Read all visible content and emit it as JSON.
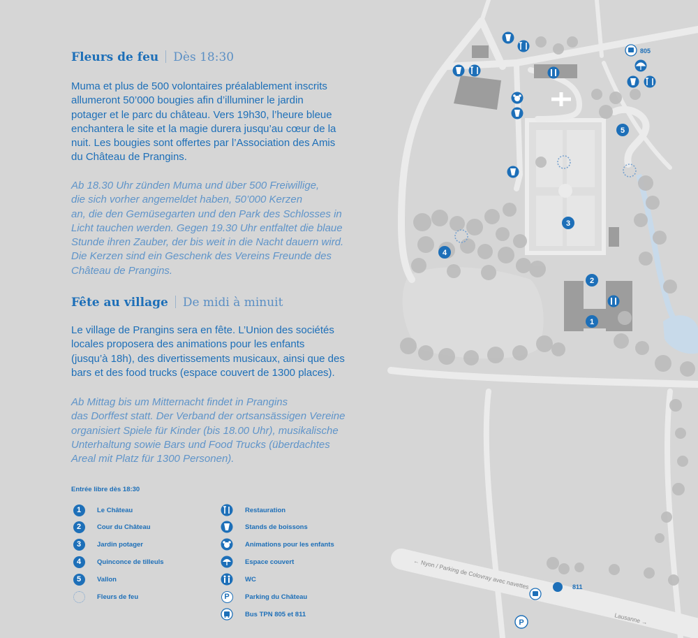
{
  "section1": {
    "title": "Fleurs de feu",
    "time": "Dès 18:30",
    "fr_lines": [
      "Muma et plus de 500 volontaires préalablement inscrits",
      "allumeront 50’000 bougies afin d’illuminer le jardin",
      "potager et le parc du château. Vers 19h30, l’heure bleue",
      "enchantera le site et la magie durera jusqu’au cœur de la",
      "nuit. Les bougies sont offertes par l’Association des Amis",
      "du Château de Prangins."
    ],
    "de_lines": [
      "Ab 18.30 Uhr zünden Muma und über 500 Freiwillige,",
      "die sich vorher angemeldet haben, 50’000 Kerzen",
      "an, die den Gemüsegarten und den Park des Schlosses in",
      "Licht tauchen werden. Gegen 19.30 Uhr entfaltet die blaue",
      "Stunde ihren Zauber, der bis weit in die Nacht dauern wird.",
      "Die Kerzen sind ein Geschenk des Vereins Freunde des",
      "Château de Prangins."
    ]
  },
  "section2": {
    "title": "Fête au village",
    "time": "De midi à minuit",
    "fr_lines": [
      "Le village de Prangins sera en fête. L’Union des sociétés",
      "locales proposera des animations pour les enfants",
      "(jusqu’à 18h), des divertissements musicaux, ainsi que des",
      "bars et des food trucks (espace couvert de 1300 places)."
    ],
    "de_lines": [
      "Ab Mittag bis um Mitternacht findet in Prangins",
      "das Dorffest statt. Der Verband der ortsansässigen Vereine",
      "organisiert Spiele für Kinder (bis 18.00 Uhr), musikalische",
      "Unterhaltung sowie Bars und Food Trucks (überdachtes",
      "Areal mit Platz für 1300 Personen)."
    ]
  },
  "entry_note": "Entrée libre dès 18:30",
  "legend": {
    "left": [
      {
        "icon": "number-1",
        "symbol": "1",
        "label": "Le Château"
      },
      {
        "icon": "number-2",
        "symbol": "2",
        "label": "Cour du Château"
      },
      {
        "icon": "number-3",
        "symbol": "3",
        "label": "Jardin potager"
      },
      {
        "icon": "number-4",
        "symbol": "4",
        "label": "Quinconce de tilleuls"
      },
      {
        "icon": "number-5",
        "symbol": "5",
        "label": "Vallon"
      },
      {
        "icon": "fire-flower-icon",
        "symbol": "",
        "label": "Fleurs de feu"
      }
    ],
    "right": [
      {
        "icon": "restaurant-icon",
        "symbol": "",
        "label": "Restauration"
      },
      {
        "icon": "drinks-icon",
        "symbol": "",
        "label": "Stands de boissons"
      },
      {
        "icon": "kids-icon",
        "symbol": "",
        "label": "Animations pour les enfants"
      },
      {
        "icon": "umbrella-icon",
        "symbol": "",
        "label": "Espace couvert"
      },
      {
        "icon": "wc-icon",
        "symbol": "",
        "label": "WC"
      },
      {
        "icon": "parking-icon",
        "symbol": "P",
        "label": "Parking du Château"
      },
      {
        "icon": "bus-icon",
        "symbol": "",
        "label": "Bus TPN 805 et 811"
      }
    ]
  },
  "map": {
    "bus_805": "805",
    "bus_811": "811",
    "road_nyon": "← Nyon / Parking de Colovray avec navettes",
    "road_lausanne": "Lausanne →",
    "parking": "P",
    "markers": [
      "1",
      "2",
      "3",
      "4",
      "5"
    ]
  },
  "colors": {
    "accent": "#1d6fb8",
    "background": "#d6d6d6",
    "road": "#ebebeb",
    "tree": "#bcbcbc",
    "building": "#9d9d9d"
  }
}
